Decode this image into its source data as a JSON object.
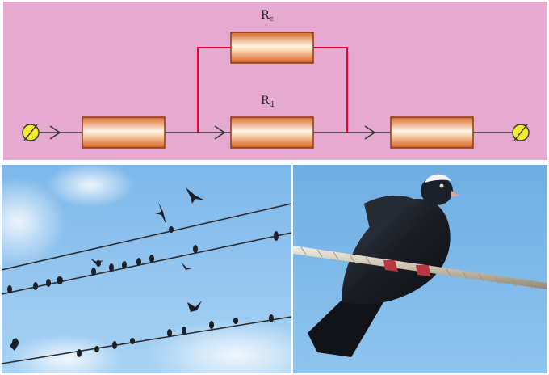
{
  "circuit": {
    "label_top": "R",
    "label_top_sub": "c",
    "label_middle": "R",
    "label_middle_sub": "d",
    "colors": {
      "background": "#e6a9cf",
      "parallel_wire": "#e5003a",
      "wire": "#333333",
      "resistor_edge": "#8a3a12",
      "terminal": "#f2ea2a"
    }
  },
  "photos": {
    "left_scene": "swallows-on-power-lines",
    "right_scene": "black-pigeon-on-cable",
    "colors": {
      "sky_left": "#8ec3ee",
      "sky_right": "#7fb7e6",
      "bird": "#1c1f26"
    }
  }
}
